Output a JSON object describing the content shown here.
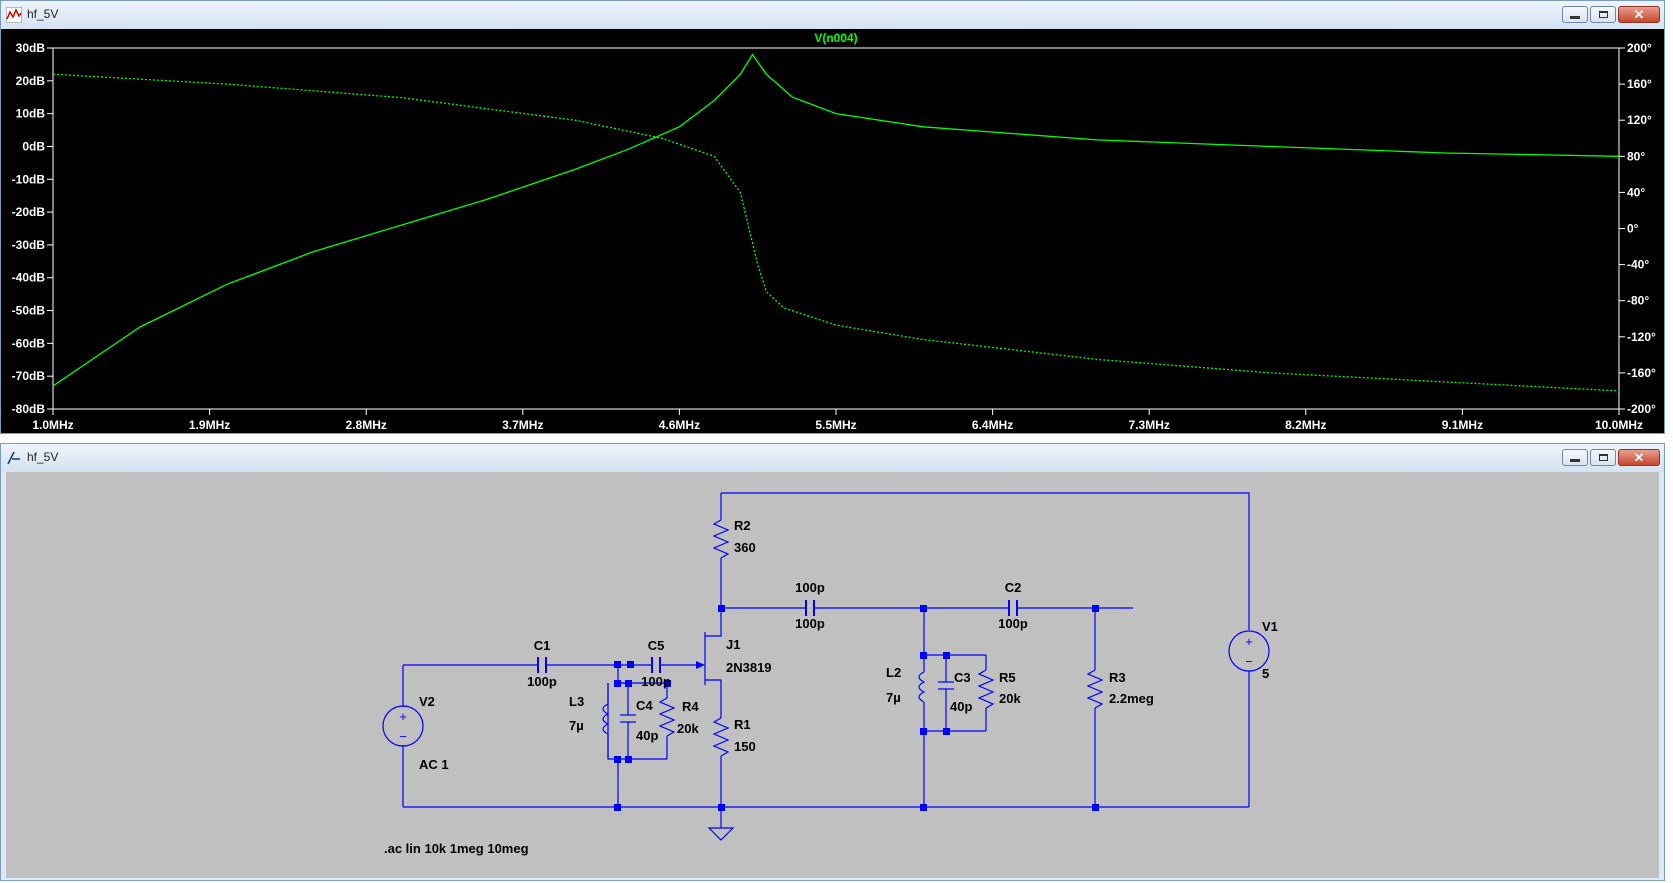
{
  "plot_window": {
    "title": "hf_5V",
    "icon": "waveform-icon",
    "trace_label": "V(n004)",
    "trace_color": "#00ff00",
    "buttons": [
      "minimize",
      "maximize",
      "close"
    ]
  },
  "schematic_window": {
    "title": "hf_5V",
    "icon": "schematic-icon",
    "buttons": [
      "minimize",
      "maximize",
      "close"
    ],
    "wire_color": "#0000ff",
    "labels": {
      "r2_name": "R2",
      "r2_value": "360",
      "cc_name": "100p",
      "cc_value": "100p",
      "c2_name": "C2",
      "c2_value": "100p",
      "v1_name": "V1",
      "v1_value": "5",
      "c1_name": "C1",
      "c1_value": "100p",
      "c5_name": "C5",
      "c5_value": "100p",
      "j1_name": "J1",
      "j1_value": "2N3819",
      "v2_name": "V2",
      "v2_value": "AC 1",
      "l3_name": "L3",
      "l3_value": "7µ",
      "c4_name": "C4",
      "c4_value": "40p",
      "r4_name": "R4",
      "r4_value": "20k",
      "r1_name": "R1",
      "r1_value": "150",
      "l2_name": "L2",
      "l2_value": "7µ",
      "c3_name": "C3",
      "c3_value": "40p",
      "r5_name": "R5",
      "r5_value": "20k",
      "r3_name": "R3",
      "r3_value": "2.2meg",
      "directive": ".ac lin 10k 1meg 10meg"
    }
  },
  "chart_data": {
    "type": "line",
    "title": "V(n004)",
    "x_ticks": [
      "1.0MHz",
      "1.9MHz",
      "2.8MHz",
      "3.7MHz",
      "4.6MHz",
      "5.5MHz",
      "6.4MHz",
      "7.3MHz",
      "8.2MHz",
      "9.1MHz",
      "10.0MHz"
    ],
    "y_left_ticks": [
      "30dB",
      "20dB",
      "10dB",
      "0dB",
      "-10dB",
      "-20dB",
      "-30dB",
      "-40dB",
      "-50dB",
      "-60dB",
      "-70dB",
      "-80dB"
    ],
    "y_right_ticks": [
      "200°",
      "160°",
      "120°",
      "80°",
      "40°",
      "0°",
      "-40°",
      "-80°",
      "-120°",
      "-160°",
      "-200°"
    ],
    "xlim_mhz": [
      1.0,
      10.0
    ],
    "ylim_left_db": [
      -80,
      30
    ],
    "ylim_right_deg": [
      -200,
      200
    ],
    "grid": false,
    "series": [
      {
        "style": "solid",
        "axis": "left",
        "x": [
          1.0,
          1.5,
          2.0,
          2.5,
          3.0,
          3.5,
          4.0,
          4.3,
          4.6,
          4.8,
          4.95,
          5.02,
          5.1,
          5.25,
          5.5,
          6.0,
          7.0,
          8.0,
          9.0,
          10.0
        ],
        "y": [
          -73,
          -55,
          -42,
          -32,
          -24,
          -16,
          -7,
          -1,
          6,
          14,
          22,
          28,
          22,
          15,
          10,
          6,
          2,
          0,
          -2,
          -3
        ]
      },
      {
        "style": "dotted",
        "axis": "right",
        "x": [
          1.0,
          2.0,
          3.0,
          4.0,
          4.5,
          4.8,
          4.95,
          5.0,
          5.05,
          5.1,
          5.2,
          5.5,
          6.0,
          7.0,
          8.0,
          9.0,
          10.0
        ],
        "y": [
          171,
          160,
          145,
          120,
          100,
          80,
          40,
          0,
          -40,
          -70,
          -88,
          -107,
          -123,
          -145,
          -160,
          -170,
          -180
        ]
      }
    ]
  }
}
